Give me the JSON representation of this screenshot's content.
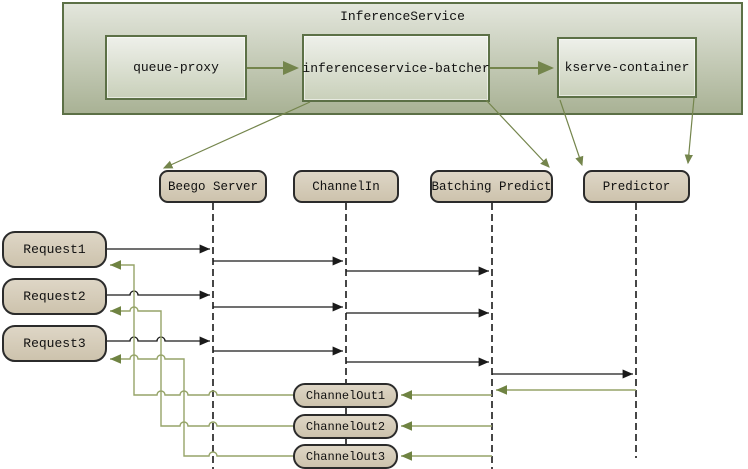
{
  "colors": {
    "olive_border": "#5c7046",
    "olive_line": "#74854c",
    "green_line": "#96a468",
    "green_arrow": "#6f8342",
    "black_line": "#1a1a1a",
    "lifeline": "#333333",
    "container_fill_top": "#e3e6dc",
    "container_fill_bottom": "#a9b295",
    "innerbox_fill_top": "#eef0ea",
    "innerbox_fill_bottom": "#c9d0ba",
    "tan_fill_top": "#ded6c6",
    "tan_fill_bottom": "#cdc3ad",
    "tan_border": "#2b2b2b"
  },
  "inference_service": {
    "title": "InferenceService",
    "components": [
      {
        "label": "queue-proxy"
      },
      {
        "label": "inferenceservice-batcher"
      },
      {
        "label": "kserve-container"
      }
    ]
  },
  "lifelines": [
    {
      "label": "Beego Server"
    },
    {
      "label": "ChannelIn"
    },
    {
      "label": "Batching Predict"
    },
    {
      "label": "Predictor"
    }
  ],
  "requests": [
    {
      "label": "Request1"
    },
    {
      "label": "Request2"
    },
    {
      "label": "Request3"
    }
  ],
  "channel_outs": [
    {
      "label": "ChannelOut1"
    },
    {
      "label": "ChannelOut2"
    },
    {
      "label": "ChannelOut3"
    }
  ]
}
